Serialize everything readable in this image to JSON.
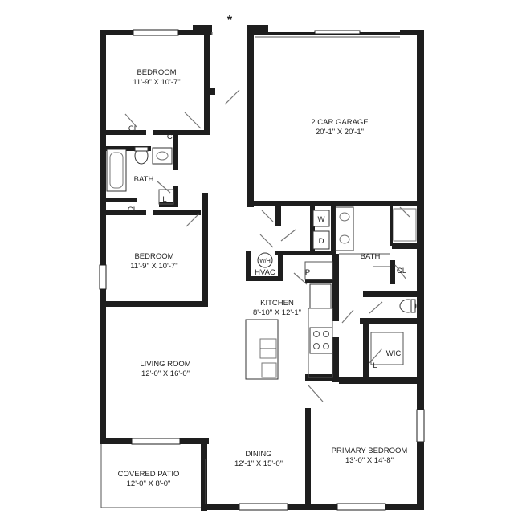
{
  "entry_marker": "*",
  "rooms": {
    "bedroom_top": {
      "name": "BEDROOM",
      "dims": "11'-9\" X 10'-7\""
    },
    "garage": {
      "name": "2 CAR GARAGE",
      "dims": "20'-1\" X 20'-1\""
    },
    "bath_left": {
      "name": "BATH"
    },
    "bedroom_mid": {
      "name": "BEDROOM",
      "dims": "11'-9\" X 10'-7\""
    },
    "kitchen": {
      "name": "KITCHEN",
      "dims": "8'-10\" X 12'-1\""
    },
    "bath_right": {
      "name": "BATH"
    },
    "wic": {
      "name": "WIC"
    },
    "living": {
      "name": "LIVING ROOM",
      "dims": "12'-0\" X 16'-0\""
    },
    "patio": {
      "name": "COVERED PATIO",
      "dims": "12'-0\" X 8'-0\""
    },
    "dining": {
      "name": "DINING",
      "dims": "12'-1\" X 15'-0\""
    },
    "primary": {
      "name": "PRIMARY BEDROOM",
      "dims": "13'-0\" X 14'-8\""
    }
  },
  "small_labels": {
    "cl_top_a": "CL",
    "cl_top_b": "CL",
    "cl_mid": "CL",
    "linen": "L",
    "washer": "W",
    "dryer": "D",
    "water_heater": "W/H",
    "hvac": "HVAC",
    "pantry": "P",
    "cl_right": "CL",
    "wic_linen": "L"
  }
}
